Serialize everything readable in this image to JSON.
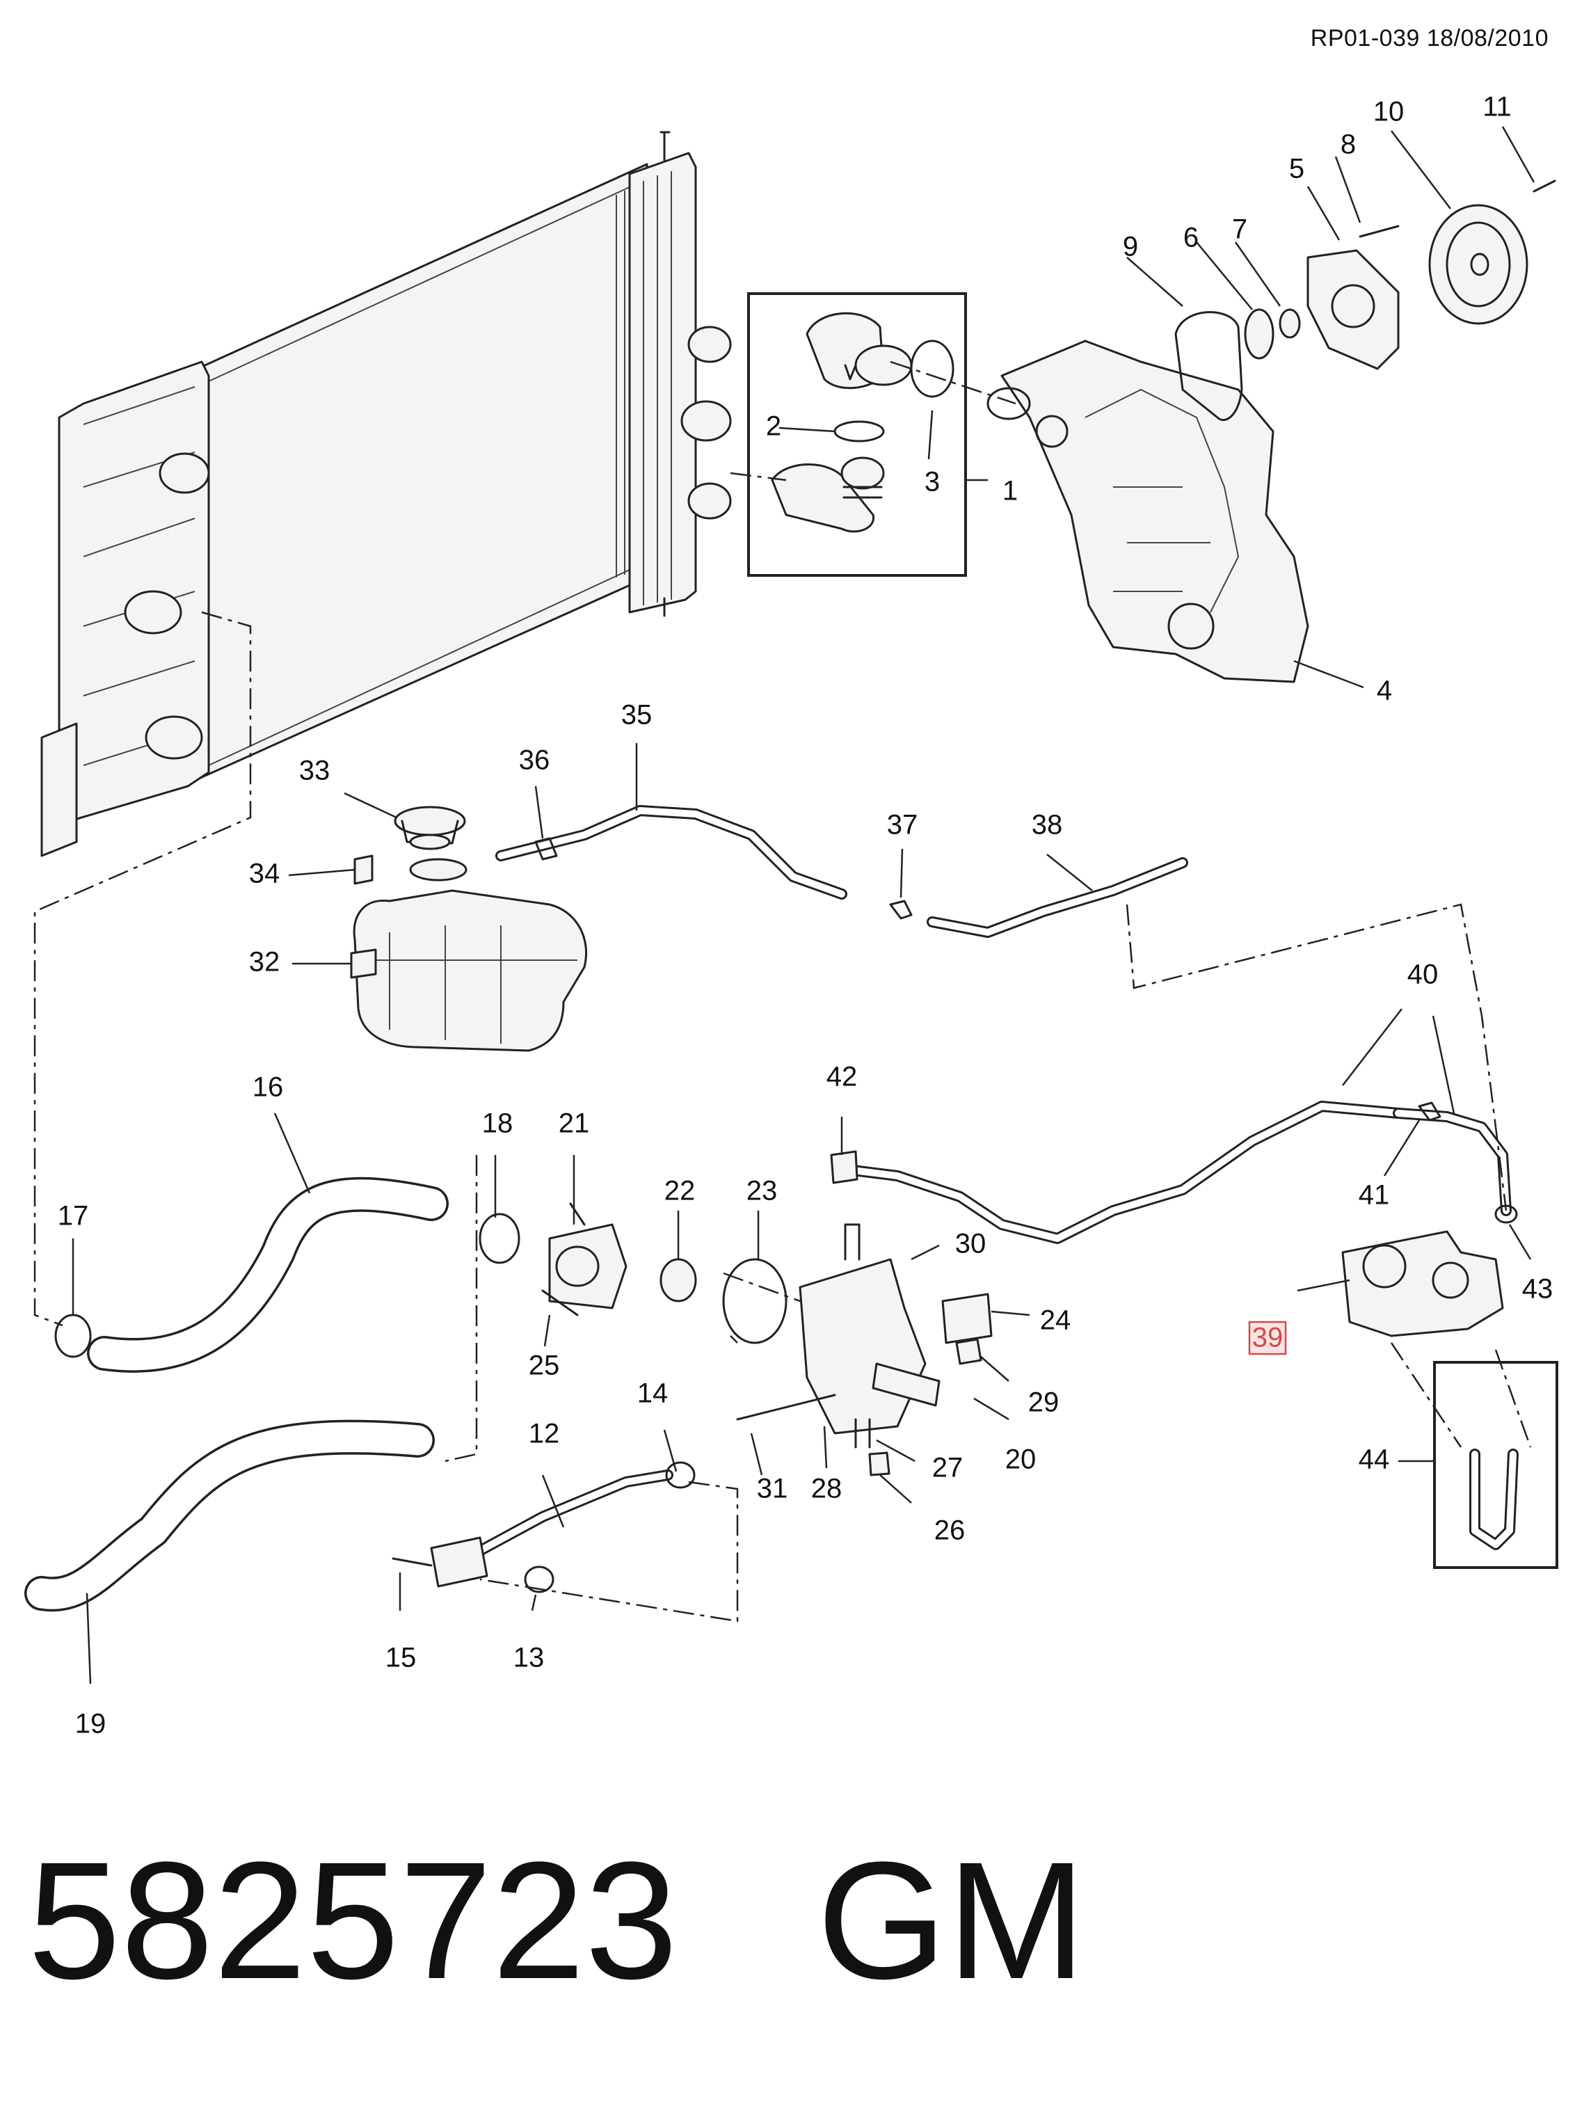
{
  "header": {
    "reference": "RP01-039 18/08/2010"
  },
  "footer": {
    "part_number": "5825723",
    "brand": "GM"
  },
  "highlight_color": "#d44a4a",
  "callouts": {
    "c1": "1",
    "c2": "2",
    "c3": "3",
    "c4": "4",
    "c5": "5",
    "c6": "6",
    "c7": "7",
    "c8": "8",
    "c9": "9",
    "c10": "10",
    "c11": "11",
    "c12": "12",
    "c13": "13",
    "c14": "14",
    "c15": "15",
    "c16": "16",
    "c17": "17",
    "c18": "18",
    "c19": "19",
    "c20": "20",
    "c21": "21",
    "c22": "22",
    "c23": "23",
    "c24": "24",
    "c25": "25",
    "c26": "26",
    "c27": "27",
    "c28": "28",
    "c29": "29",
    "c30": "30",
    "c31": "31",
    "c32": "32",
    "c33": "33",
    "c34": "34",
    "c35": "35",
    "c36": "36",
    "c37": "37",
    "c38": "38",
    "c39": "39",
    "c40": "40",
    "c41": "41",
    "c42": "42",
    "c43": "43",
    "c44": "44"
  },
  "highlighted_callout": "39"
}
